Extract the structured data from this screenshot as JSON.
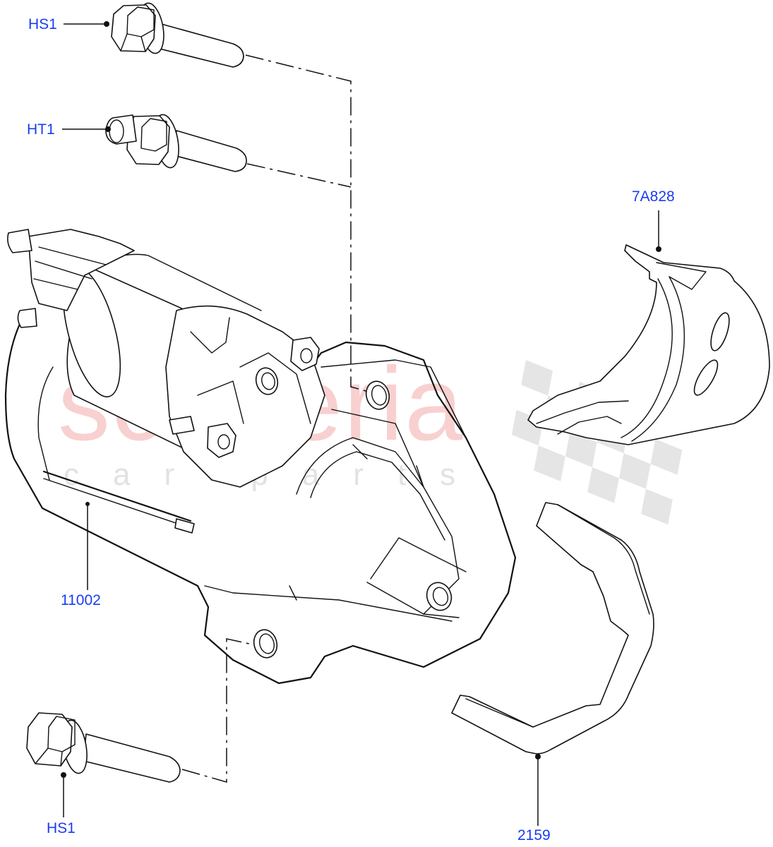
{
  "diagram": {
    "title": "Starter motor assembly exploded view",
    "label_color": "#1a3cf0",
    "line_color": "#111111",
    "watermark": {
      "main_text": "scuderia",
      "sub_text": "car parts",
      "main_color": "#f8d0d0",
      "sub_color": "#e2e2e2",
      "icon": "checkered-flag-icon"
    },
    "callouts": [
      {
        "id": "hs1-top",
        "label": "HS1",
        "part": "flange bolt (upper)"
      },
      {
        "id": "ht1",
        "label": "HT1",
        "part": "stud bolt"
      },
      {
        "id": "7a828",
        "label": "7A828",
        "part": "heat shield"
      },
      {
        "id": "11002",
        "label": "11002",
        "part": "starter motor"
      },
      {
        "id": "hs1-bottom",
        "label": "HS1",
        "part": "flange bolt (lower)"
      },
      {
        "id": "2159",
        "label": "2159",
        "part": "bracket"
      }
    ]
  }
}
